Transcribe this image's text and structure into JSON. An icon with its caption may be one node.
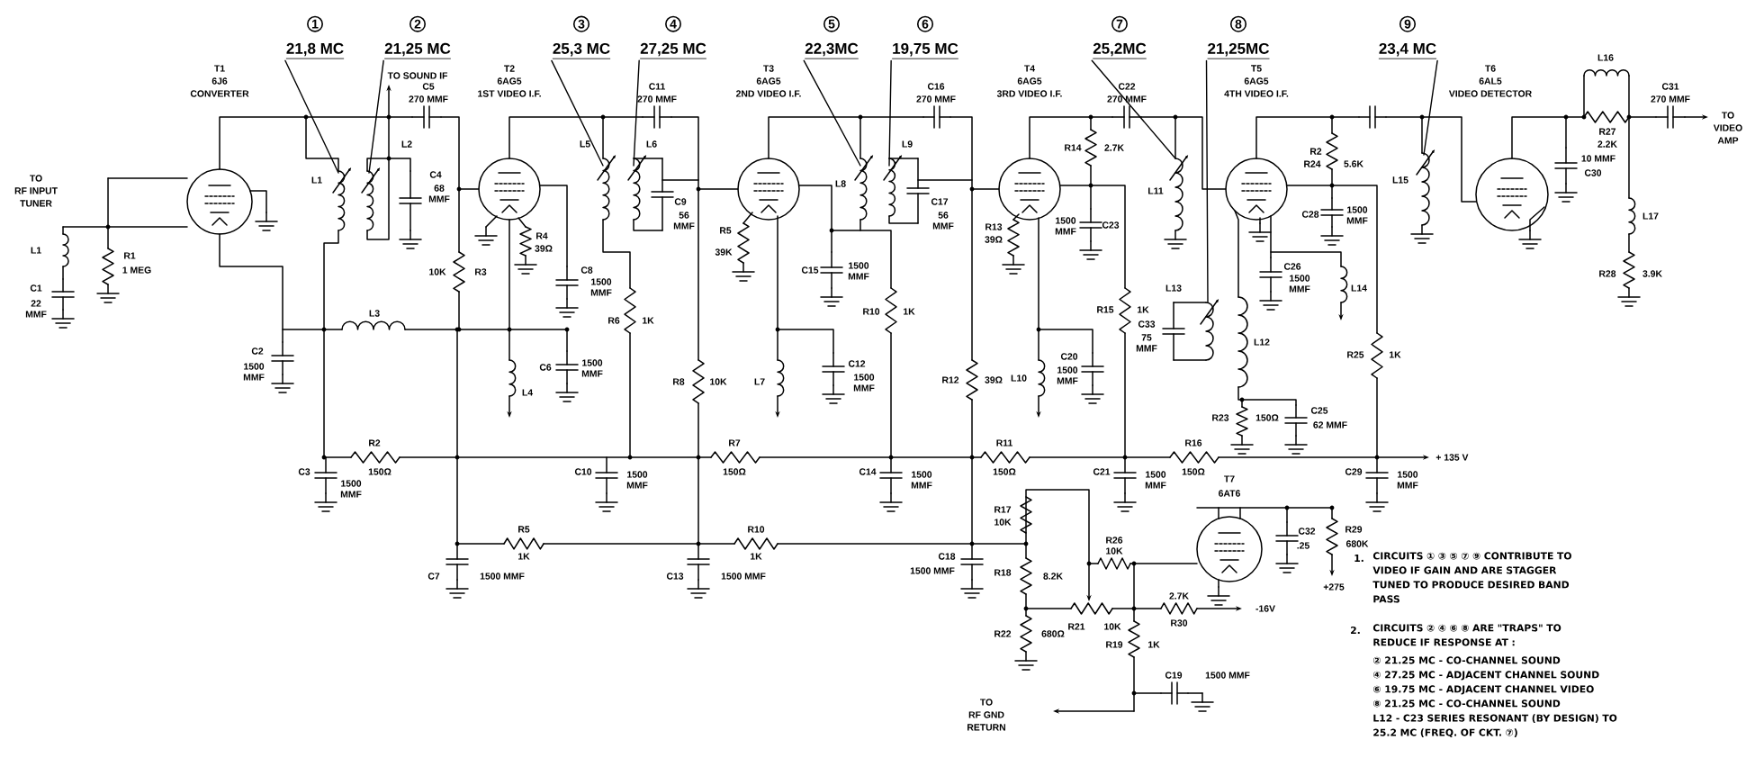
{
  "diagram": {
    "nodes": [
      {
        "text": [
          "1",
          "21,8 MC"
        ]
      },
      {
        "text": [
          "2",
          "21,25 MC"
        ]
      },
      {
        "text": [
          "3",
          "25,3 MC"
        ]
      },
      {
        "text": [
          "4",
          "27,25 MC"
        ]
      },
      {
        "text": [
          "5",
          "22,3MC"
        ]
      },
      {
        "text": [
          "6",
          "19,75 MC"
        ]
      },
      {
        "text": [
          "7",
          "25,2MC"
        ]
      },
      {
        "text": [
          "8",
          "21,25MC"
        ]
      },
      {
        "text": [
          "9",
          "23,4 MC"
        ]
      }
    ],
    "edges": [
      {
        "from": 0,
        "to": null,
        "arrow": "none"
      },
      {
        "from": 1,
        "to": null,
        "arrow": "none"
      },
      {
        "from": 2,
        "to": null,
        "arrow": "none"
      },
      {
        "from": 3,
        "to": null,
        "arrow": "none"
      },
      {
        "from": 4,
        "to": null,
        "arrow": "none"
      },
      {
        "from": 5,
        "to": null,
        "arrow": "none"
      },
      {
        "from": 6,
        "to": null,
        "arrow": "none"
      },
      {
        "from": 7,
        "to": null,
        "arrow": "none"
      },
      {
        "from": 8,
        "to": null,
        "arrow": "none"
      }
    ],
    "labels": [
      "TO",
      "RF INPUT",
      "TUNER",
      "L1",
      "C1",
      "22 MMF",
      "R1",
      "1 MEG",
      "T1",
      "6J6",
      "CONVERTER",
      "L1",
      "L2",
      "TO SOUND IF",
      "C5",
      "270 MMF",
      "C4",
      "68 MMF",
      "L3",
      "C2",
      "1500 MMF",
      "10K",
      "R3",
      "T2",
      "6AG5",
      "1ST VIDEO I.F.",
      "R4",
      "39Ω",
      "C8",
      "1500 MMF",
      "L5",
      "L6",
      "C11",
      "270 MMF",
      "C9",
      "56 MMF",
      "L4",
      "C6",
      "1500 MMF",
      "R6",
      "1K",
      "R8",
      "10K",
      "T3",
      "6AG5",
      "2ND VIDEO I.F.",
      "R5",
      "39K",
      "L8",
      "L9",
      "C16",
      "270 MMF",
      "C17",
      "56 MMF",
      "C15",
      "1500 MMF",
      "R10",
      "1K",
      "L7",
      "C12",
      "1500 MMF",
      "R12",
      "39Ω",
      "L10",
      "T4",
      "6AG5",
      "3RD VIDEO I.F.",
      "R13",
      "39Ω",
      "R14",
      "2.7K",
      "C22",
      "270 MMF",
      "1500 MMF",
      "C23",
      "R15",
      "1K",
      "C20",
      "1500 MMF",
      "C33",
      "75 MMF",
      "L11",
      "T5",
      "6AG5",
      "4TH VIDEO I.F.",
      "R2",
      "R24",
      "5.6K",
      "C28",
      "1500 MMF",
      "L15",
      "L13",
      "L12",
      "C26",
      "1500 MMF",
      "L14",
      "R23",
      "150Ω",
      "C25",
      "62 MMF",
      "R25",
      "1K",
      "T6",
      "6AL5",
      "VIDEO DETECTOR",
      "L16",
      "C31",
      "270 MMF",
      "TO",
      "VIDEO",
      "AMP",
      "R27",
      "2.2K",
      "10 MMF",
      "C30",
      "L17",
      "R28",
      "3.9K",
      "+ 135 V",
      "R2",
      "C3",
      "150Ω",
      "1500 MMF",
      "R5",
      "1K",
      "C7",
      "1500 MMF",
      "R7",
      "C10",
      "150Ω",
      "1500 MMF",
      "R10",
      "1K",
      "C13",
      "1500 MMF",
      "C14",
      "1500 MMF",
      "R11",
      "150Ω",
      "C18",
      "1500 MMF",
      "C21",
      "1500 MMF",
      "R16",
      "150Ω",
      "C29",
      "1500 MMF",
      "R17",
      "10K",
      "R18",
      "8.2K",
      "R26",
      "10K",
      "R21",
      "10K",
      "R22",
      "680Ω",
      "R19",
      "1K",
      "C19",
      "1500 MMF",
      "TO",
      "RF GND",
      "RETURN",
      "T7",
      "6AT6",
      "C32",
      ".25",
      "R29",
      "680K",
      "+275",
      "2.7K",
      "R30",
      "-16V",
      "1.",
      "CIRCUITS ① ③ ⑤ ⑦ ⑨ CONTRIBUTE TO VIDEO IF GAIN AND ARE STAGGER TUNED TO PRODUCE DESIRED BAND PASS",
      "2.",
      "CIRCUITS ② ④ ⑥ ⑧ ARE \"TRAPS\" TO REDUCE IF RESPONSE AT :",
      "② 21.25 MC - CO-CHANNEL SOUND",
      "④ 27.25 MC - ADJACENT CHANNEL SOUND",
      "⑥ 19.75 MC - ADJACENT CHANNEL VIDEO",
      "⑧ 21.25 MC - CO-CHANNEL SOUND",
      "L12 - C23 SERIES RESONANT (BY DESIGN) TO 25.2 MC (FREQ. OF CKT. ⑦)"
    ]
  }
}
